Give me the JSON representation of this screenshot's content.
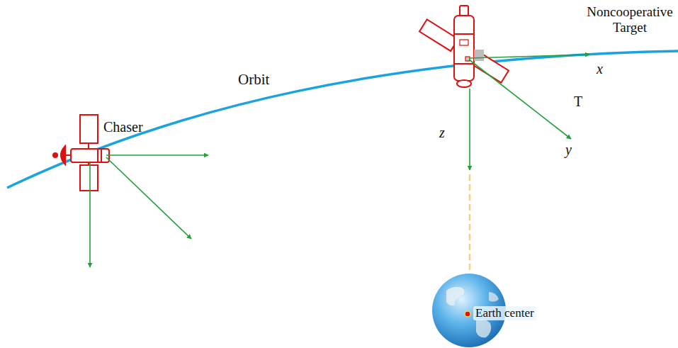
{
  "diagram": {
    "labels": [
      "Noncooperative Target",
      "Orbit",
      "Chaser",
      "x",
      "T",
      "y",
      "z",
      "Earth center"
    ]
  }
}
